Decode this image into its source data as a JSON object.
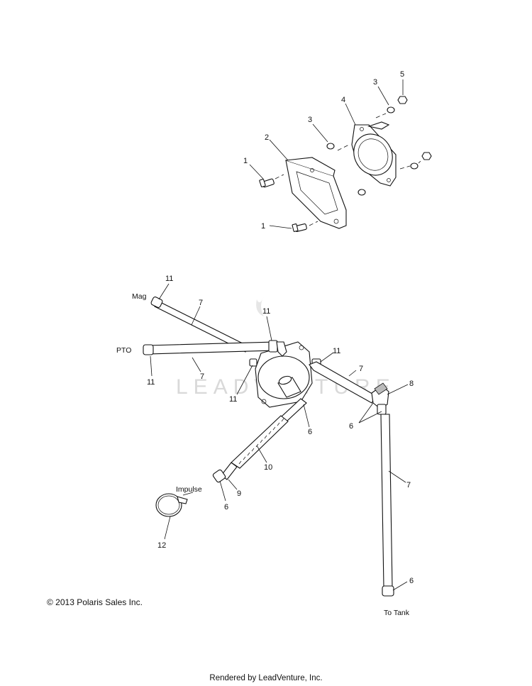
{
  "diagram": {
    "callouts": {
      "c1a": "1",
      "c1b": "1",
      "c2": "2",
      "c3a": "3",
      "c3b": "3",
      "c4": "4",
      "c5": "5",
      "c11a": "11",
      "c7a": "7",
      "c11b": "11",
      "c11c": "11",
      "c7b": "7",
      "c11d": "11",
      "c11e": "11",
      "c7c": "7",
      "c8": "8",
      "c6a": "6",
      "c6b": "6",
      "c7d": "7",
      "c10": "10",
      "c9": "9",
      "c6c": "6",
      "c12": "12",
      "c6d": "6"
    },
    "labels": {
      "mag": "Mag",
      "pto": "PTO",
      "impulse": "Impulse",
      "to_tank": "To Tank"
    },
    "watermark": "LEADVENTURE"
  },
  "footer": {
    "copyright": "© 2013 Polaris Sales Inc.",
    "rendered_by": "Rendered by LeadVenture, Inc."
  }
}
